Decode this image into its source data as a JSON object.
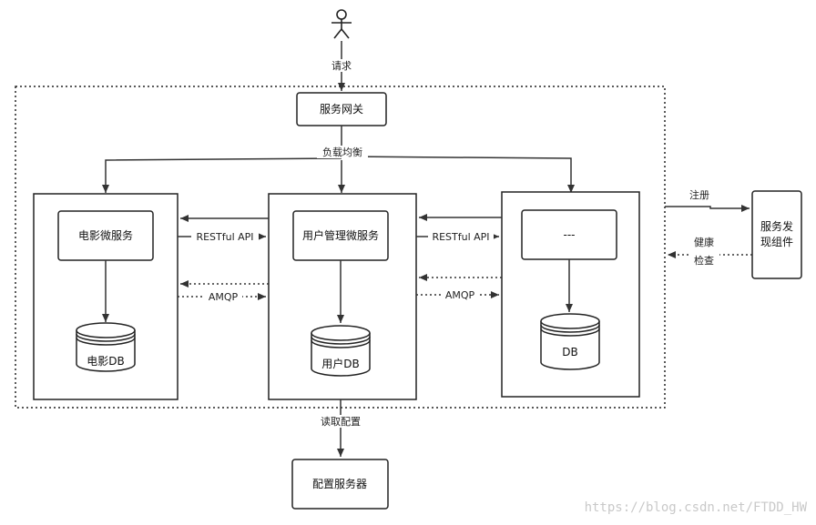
{
  "request_label": "请求",
  "gateway": "服务网关",
  "load_balance": "负载均衡",
  "movie_service": "电影微服务",
  "user_service": "用户管理微服务",
  "other_service": "---",
  "movie_db": "电影DB",
  "user_db": "用户DB",
  "other_db": "DB",
  "restful_api": "RESTful API",
  "amqp": "AMQP",
  "register": "注册",
  "health_check": [
    "健康",
    "检查"
  ],
  "discovery": [
    "服务发",
    "现组件"
  ],
  "read_config": "读取配置",
  "config_server": "配置服务器",
  "watermark": "https://blog.csdn.net/FTDD_HW"
}
